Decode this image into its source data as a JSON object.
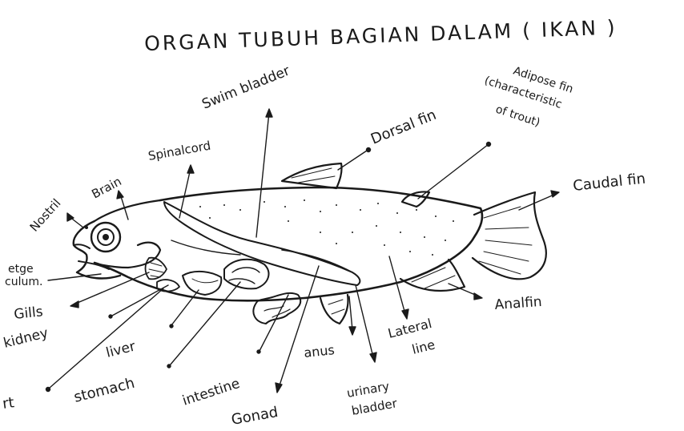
{
  "title": "ORGAN TUBUH BAGIAN DALAM ( IKAN )",
  "labels": {
    "swim_bladder": "Swim bladder",
    "adipose_fin_1": "Adipose fin",
    "adipose_fin_2": "(characteristic",
    "adipose_fin_3": "of trout)",
    "dorsal_fin": "Dorsal fin",
    "caudal_fin": "Caudal fin",
    "spinal_cord": "Spinalcord",
    "brain": "Brain",
    "nostril": "Nostril",
    "pseudobranch_1": "etge",
    "pseudobranch_2": "culum.",
    "gills": "Gills",
    "kidney": "kidney",
    "liver": "liver",
    "heart": "rt",
    "stomach": "stomach",
    "intestine": "intestine",
    "gonad": "Gonad",
    "anus": "anus",
    "urinary_bladder_1": "urinary",
    "urinary_bladder_2": "bladder",
    "lateral_line_1": "Lateral",
    "lateral_line_2": "line",
    "anal_fin": "Analfin"
  }
}
